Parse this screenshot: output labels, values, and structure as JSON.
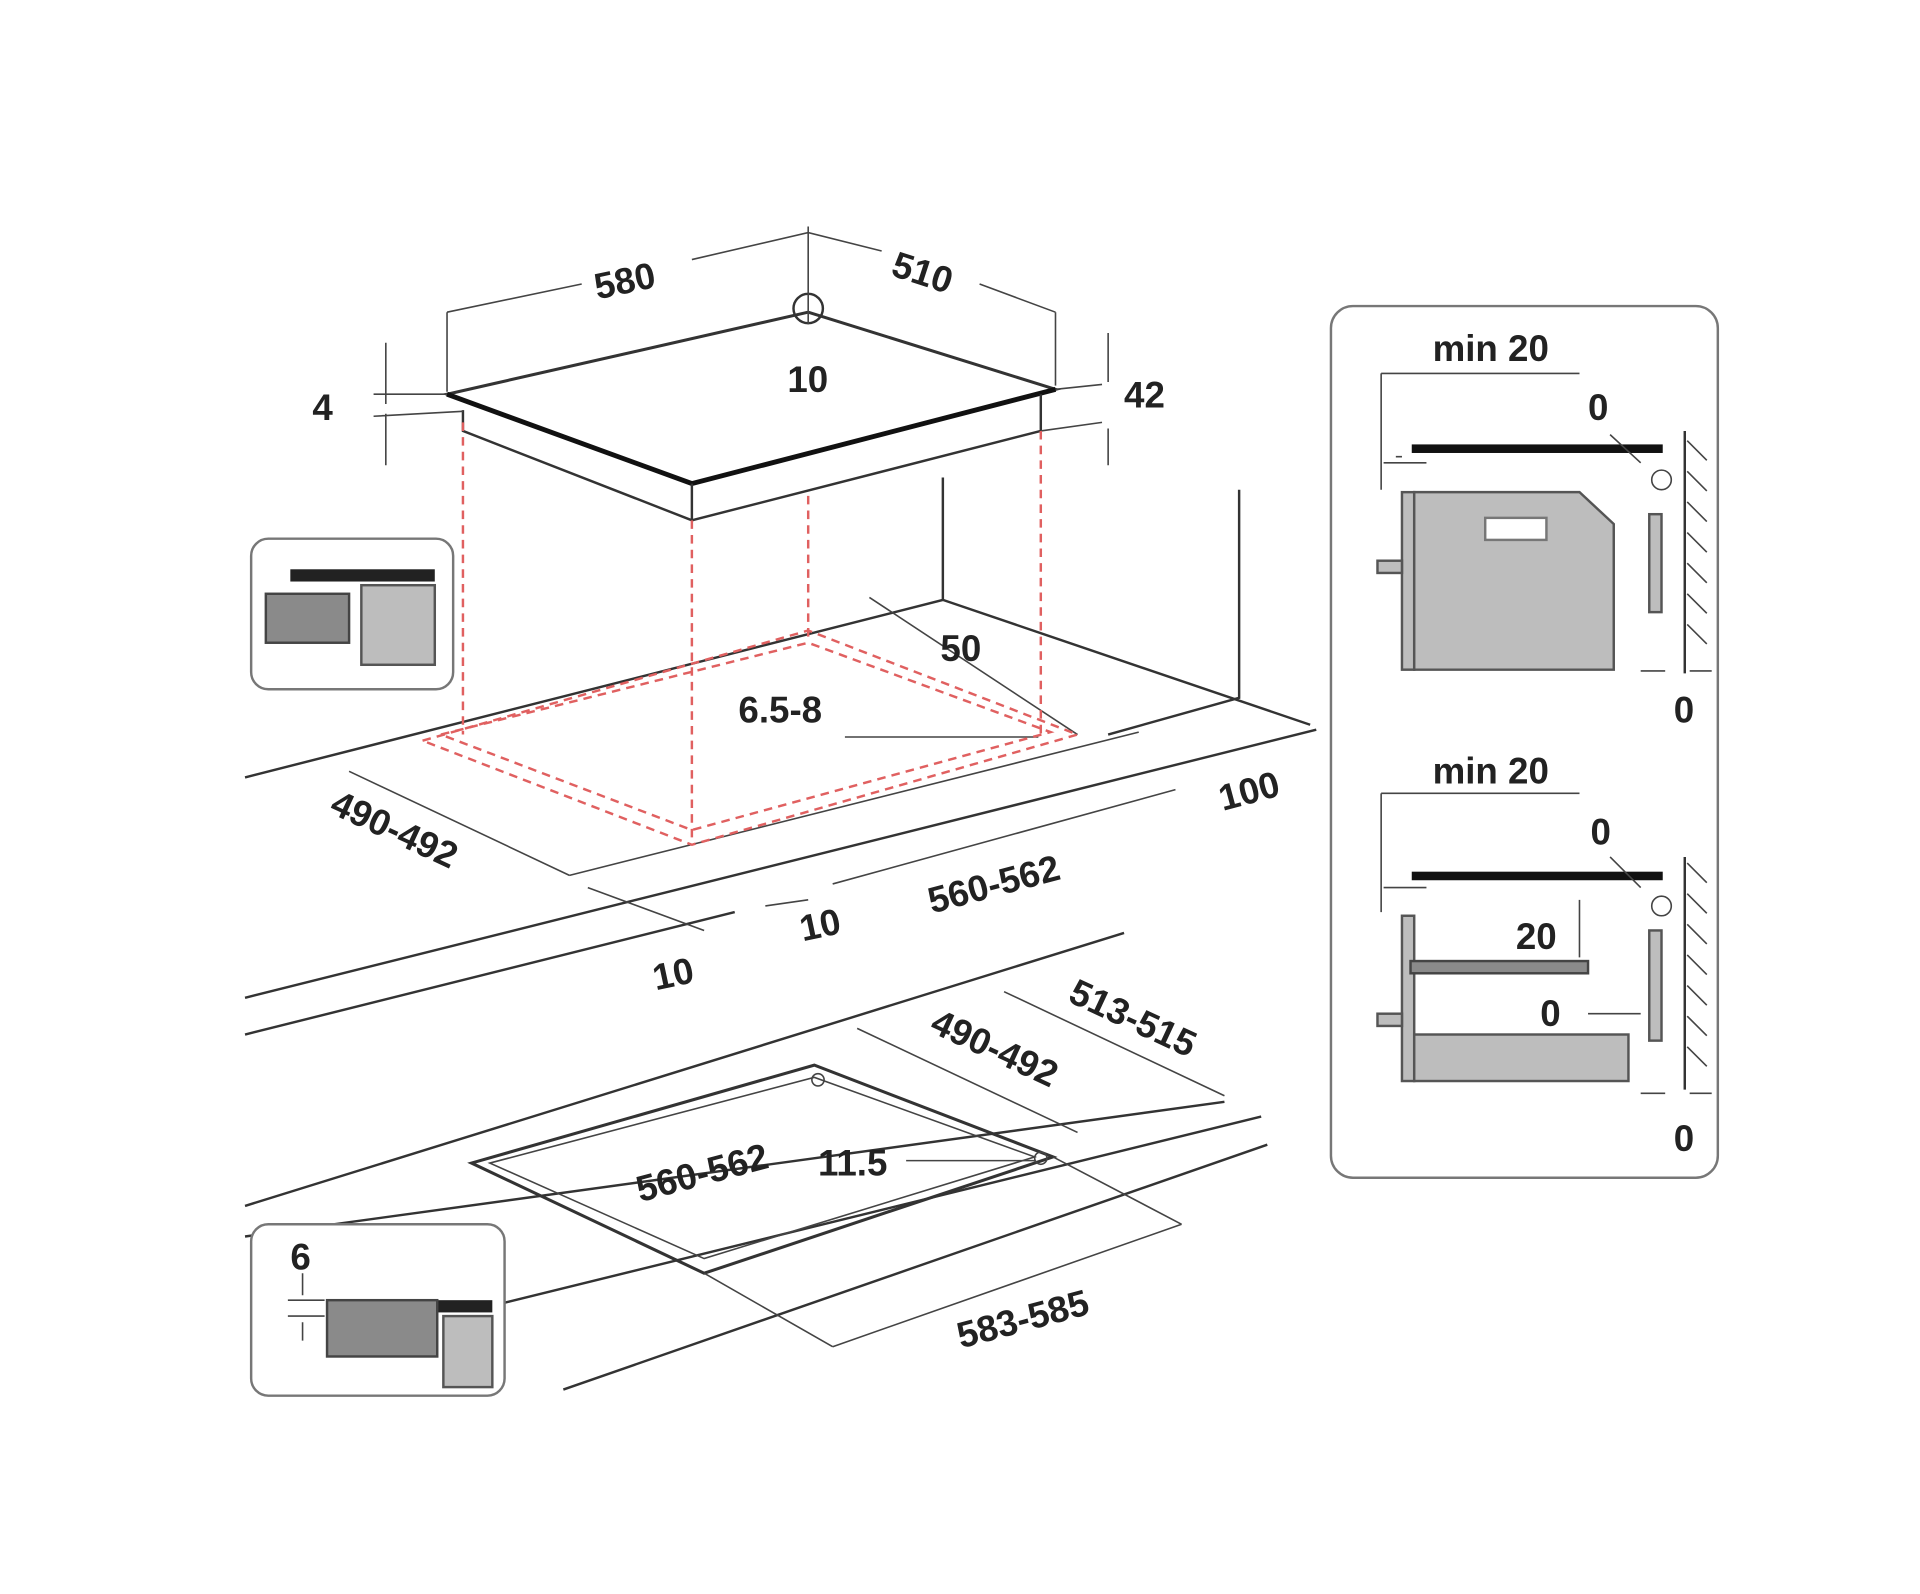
{
  "hob_dimensions": {
    "width": "580",
    "depth": "510",
    "connection": "10",
    "glass_thickness": "4",
    "height": "42"
  },
  "cutout_flush": {
    "min_back_distance": "50",
    "rebate_depth": "6.5-8",
    "front_offset": "100",
    "cutout_depth": "490-492",
    "cutout_width": "560-562",
    "side_offset": "10",
    "front_edge_offset": "10"
  },
  "cutout_standard": {
    "outer_depth": "513-515",
    "inner_depth": "490-492",
    "inner_width": "560-562",
    "rebate": "11.5",
    "outer_width": "583-585",
    "inset_height": "6"
  },
  "side_panel": {
    "top": {
      "min_gap": "min 20",
      "gap_top": "0",
      "gap_bottom": "0"
    },
    "bottom": {
      "min_gap": "min 20",
      "gap_top": "0",
      "shelf_gap": "20",
      "shelf_side": "0",
      "gap_bottom": "0"
    }
  },
  "colors": {
    "cutout_dash": "#e06060",
    "panel_gray": "#bdbdbd"
  }
}
